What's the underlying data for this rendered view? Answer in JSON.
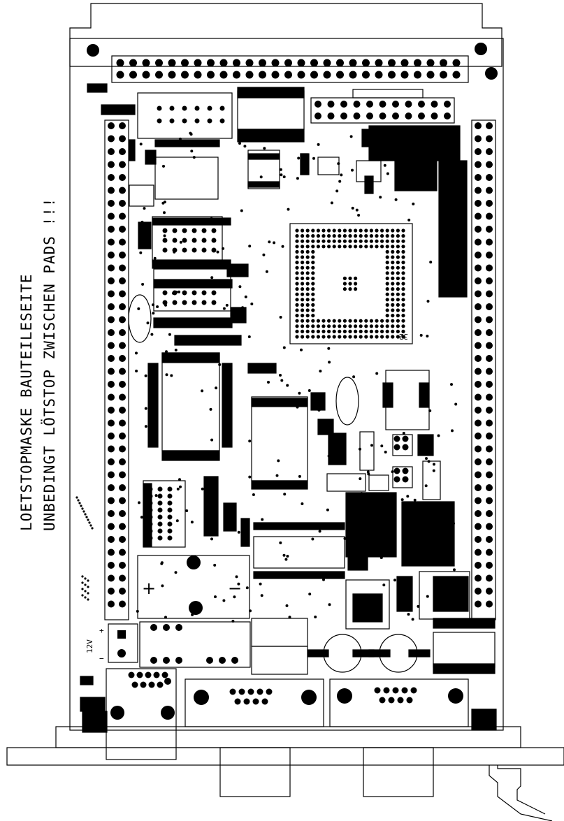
{
  "notes": {
    "line1": "LOETSTOPMASKE BAUTEILESEITE",
    "line2": "UNBEDINGT LÖTSTOP ZWISCHEN PADS !!!"
  },
  "power_connector": {
    "voltage": "12V",
    "plus": "+",
    "minus": "−"
  },
  "capacitor_marks": {
    "plus": "+",
    "minus": "−"
  },
  "chip_marks": {
    "cpu_corner": "32"
  }
}
